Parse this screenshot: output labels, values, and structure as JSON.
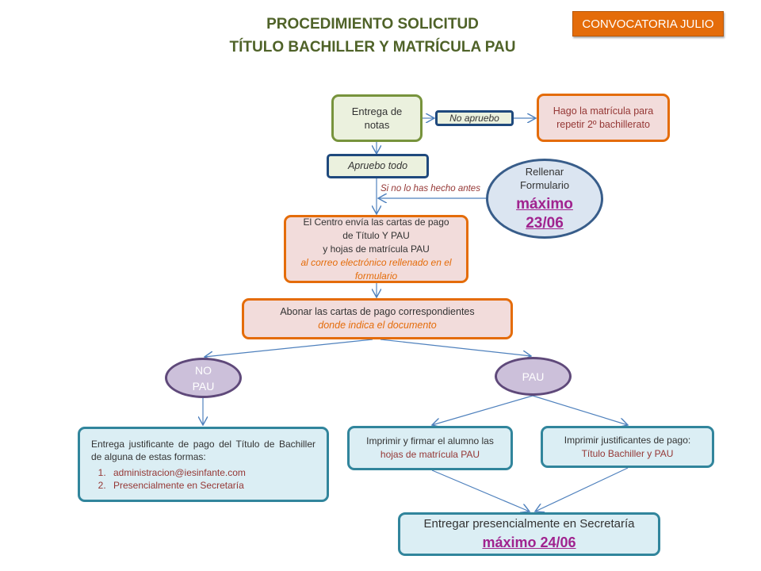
{
  "title": {
    "line1": "PROCEDIMIENTO SOLICITUD",
    "line2": "TÍTULO BACHILLER Y MATRÍCULA PAU"
  },
  "badge": "CONVOCATORIA JULIO",
  "entrega_notas": "Entrega de notas",
  "no_apruebo": "No apruebo",
  "hago_matricula": "Hago la matrícula para repetir 2º bachillerato",
  "apruebo_todo": "Apruebo todo",
  "si_no": "Si no lo has hecho antes",
  "formulario": {
    "label": "Rellenar Formulario",
    "deadline1": "máximo",
    "deadline2": "23/06"
  },
  "centro": {
    "l1": "El Centro envía las cartas de pago",
    "l2": "de Título Y PAU",
    "l3": "y hojas de matrícula PAU",
    "l4": "al correo electrónico rellenado en el formulario"
  },
  "abonar": {
    "l1": "Abonar las cartas de pago correspondientes",
    "l2": "donde indica el documento"
  },
  "no_pau": "NO PAU",
  "pau": "PAU",
  "justificante": {
    "text": "Entrega justificante de pago del Título de Bachiller de alguna de estas formas:",
    "items": [
      "administracion@iesinfante.com",
      "Presencialmente en Secretaría"
    ]
  },
  "imprimir_firmar": {
    "l1": "Imprimir y firmar el alumno las",
    "l2": "hojas de matrícula PAU"
  },
  "imprimir_just": {
    "l1": "Imprimir justificantes de pago:",
    "l2": "Título Bachiller y PAU"
  },
  "entregar": {
    "l1": "Entregar presencialmente en Secretaría",
    "l2": "máximo 24/06"
  },
  "colors": {
    "title": "#4f6228",
    "orange": "#e46c0a",
    "navy": "#1f497d",
    "teal": "#31859c",
    "purple": "#a0238f",
    "arrow": "#4f81bd"
  }
}
